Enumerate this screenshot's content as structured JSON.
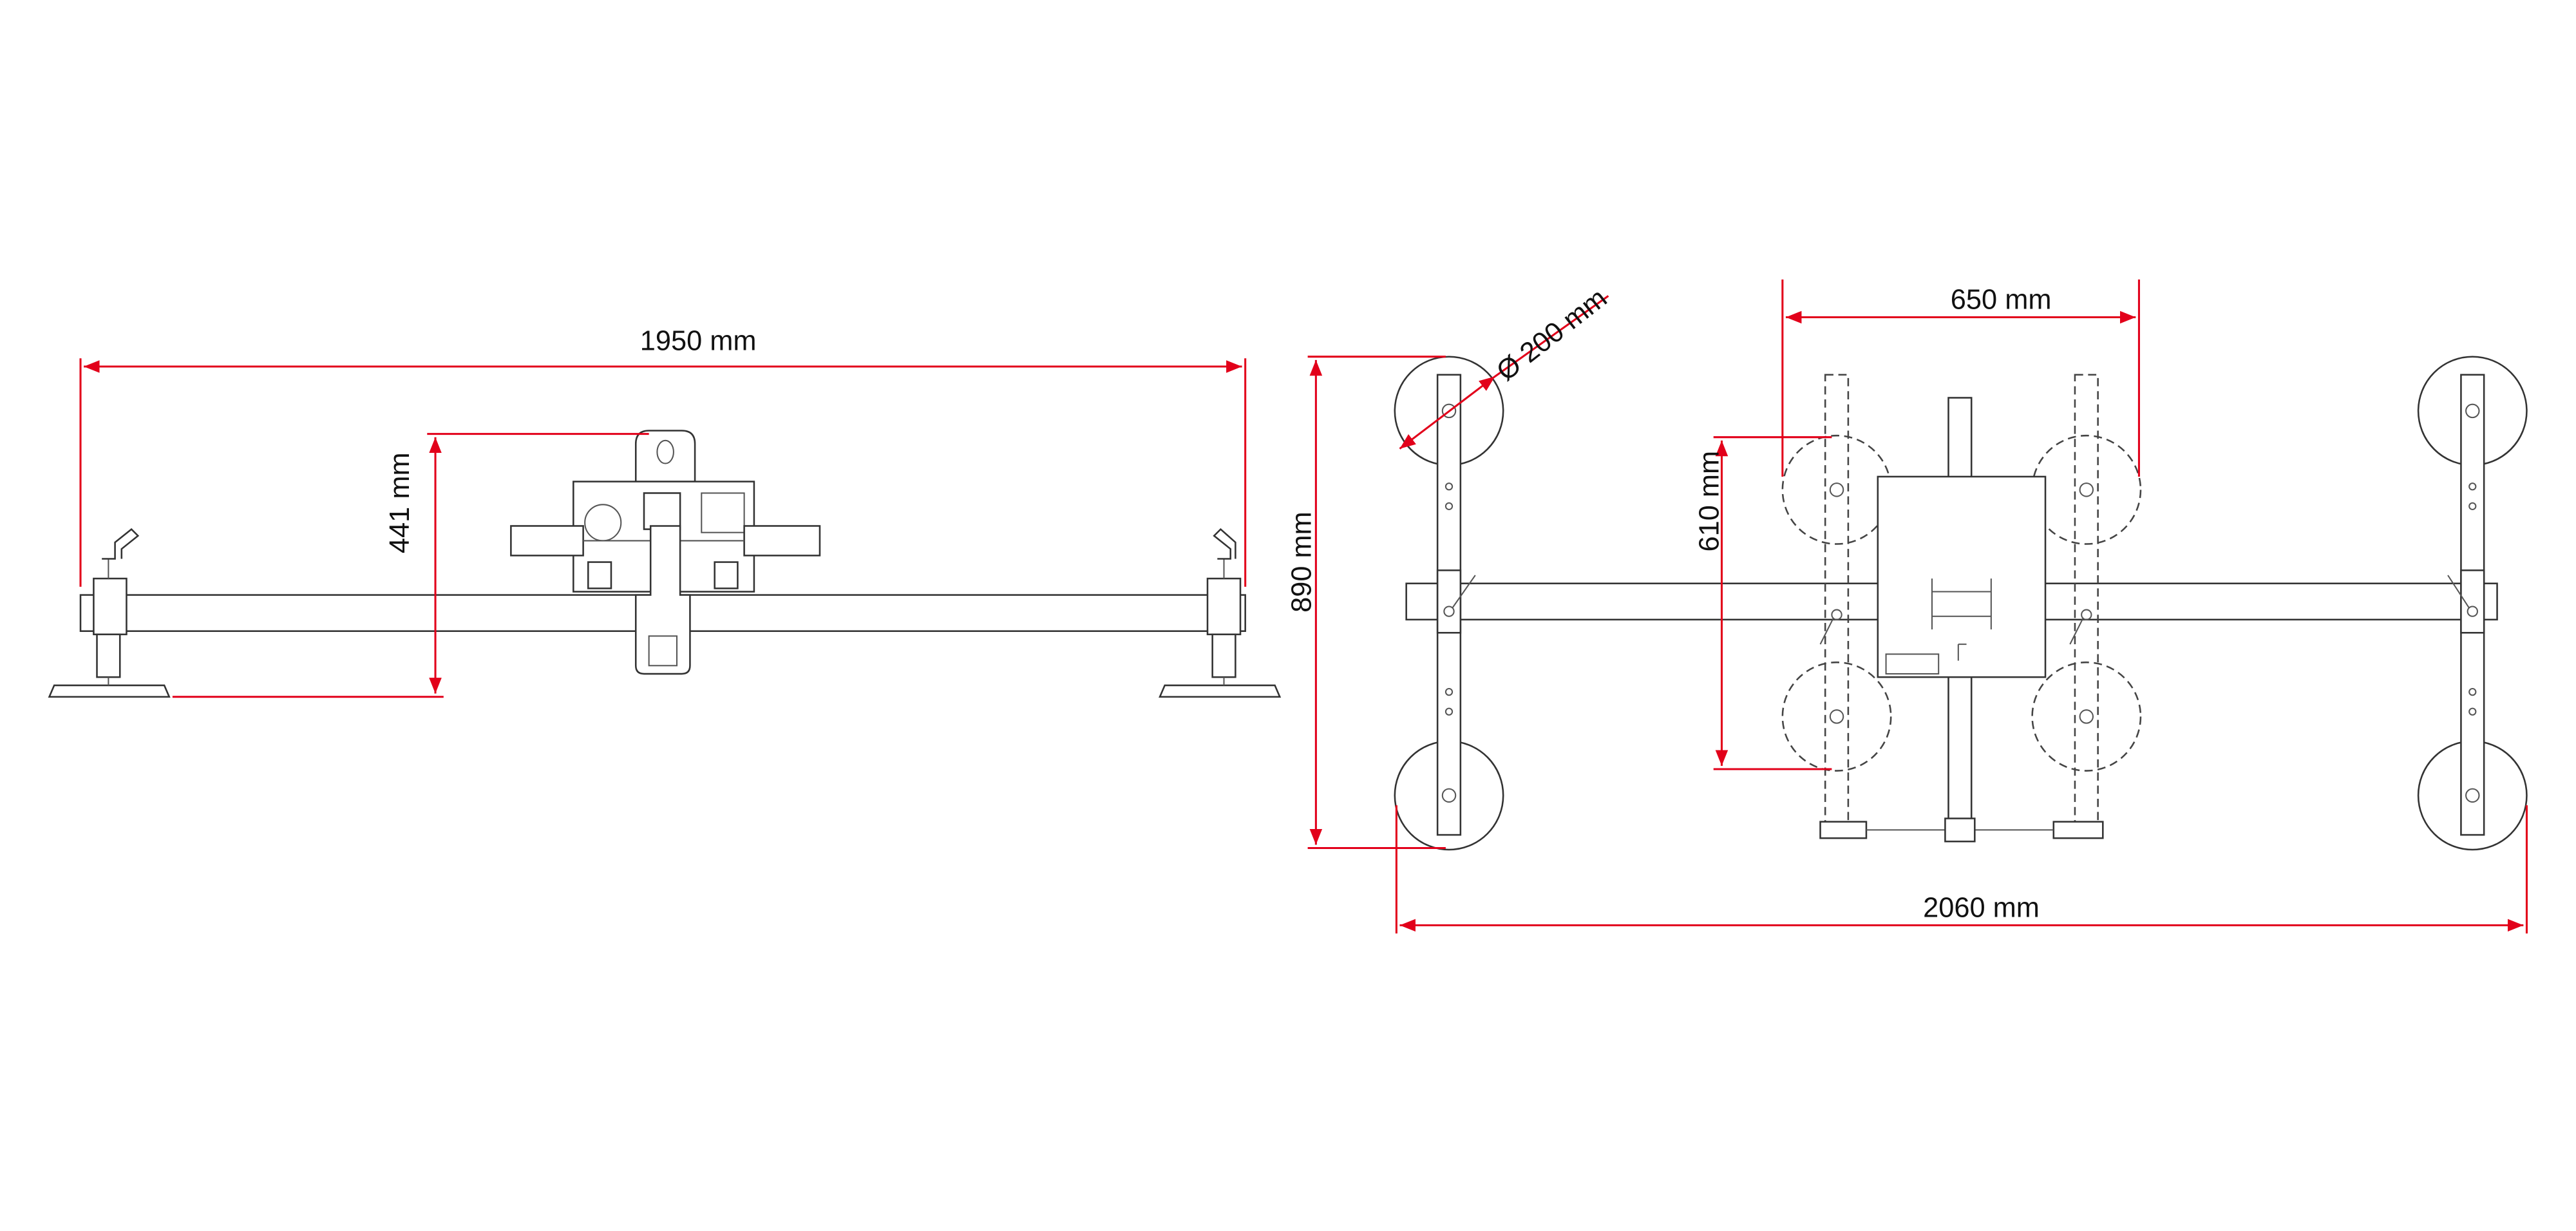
{
  "side_view": {
    "width_label": "1950 mm",
    "height_label": "441 mm"
  },
  "top_view": {
    "cup_diameter_label": "Ø 200 mm",
    "inner_width_label": "650 mm",
    "inner_height_label": "610 mm",
    "overall_height_label": "890 mm",
    "overall_width_label": "2060 mm"
  },
  "colors": {
    "dimension": "#e2001a",
    "line": "#333333"
  }
}
